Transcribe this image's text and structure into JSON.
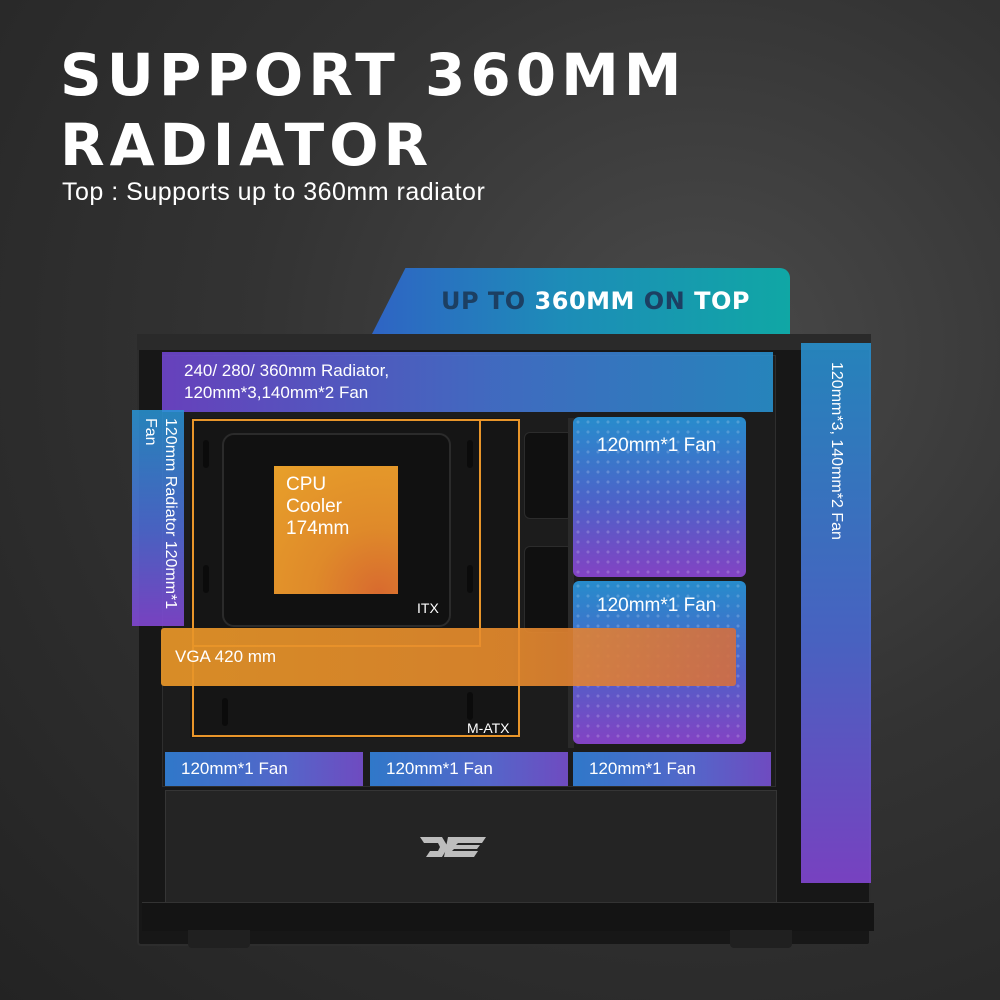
{
  "headline": "SUPPORT 360MM RADIATOR",
  "subtitle": "Top : Supports up to 360mm radiator",
  "banner": {
    "part1": "UP TO ",
    "part2": "360MM",
    "part3": " ON ",
    "part4": "TOP"
  },
  "zones": {
    "top_radiator": "240/ 280/ 360mm Radiator,\n120mm*3,140mm*2 Fan",
    "side_radiator": "120mm Radiator 120mm*1 Fan",
    "right_side": "120mm*3, 140mm*2 Fan",
    "fan_square_1": "120mm*1 Fan",
    "fan_square_2": "120mm*1 Fan",
    "bottom_fan_1": "120mm*1 Fan",
    "bottom_fan_2": "120mm*1 Fan",
    "bottom_fan_3": "120mm*1 Fan",
    "cpu_cooler": "CPU\nCooler\n174mm",
    "vga": "VGA 420 mm",
    "itx": "ITX",
    "matx": "M-ATX"
  },
  "colors": {
    "orange_accent": "#e8952a",
    "blue_accent": "#2f64c4",
    "teal_accent": "#10a7a5",
    "purple_accent": "#7146d2"
  },
  "icons": {
    "brand": "darkflash-logo-icon"
  }
}
